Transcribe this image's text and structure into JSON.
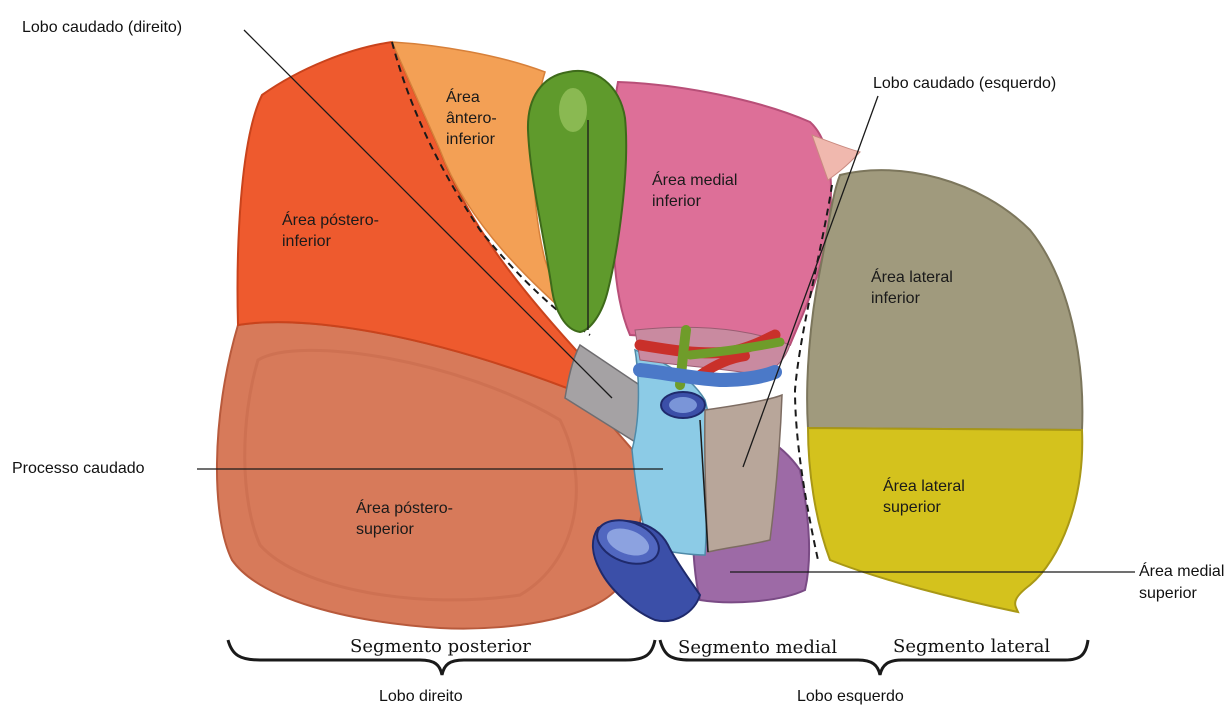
{
  "callouts": {
    "caudate_right": "Lobo caudado (direito)",
    "caudate_left": "Lobo caudado (esquerdo)",
    "caudate_process": "Processo caudado",
    "medial_superior_l1": "Área medial",
    "medial_superior_l2": "superior"
  },
  "areas": {
    "antero_inferior": [
      "Área",
      "ântero-",
      "inferior"
    ],
    "postero_inferior": [
      "Área póstero-",
      "inferior"
    ],
    "medial_inferior": [
      "Área medial",
      "inferior"
    ],
    "lateral_inferior": [
      "Área lateral",
      "inferior"
    ],
    "lateral_superior": [
      "Área lateral",
      "superior"
    ],
    "postero_superior": [
      "Área póstero-",
      "superior"
    ]
  },
  "segments": {
    "posterior": "Segmento posterior",
    "medial": "Segmento medial",
    "lateral": "Segmento lateral"
  },
  "lobes": {
    "right": "Lobo direito",
    "left": "Lobo esquerdo"
  },
  "colors": {
    "postero_inferior": "#ee5a2e",
    "antero_inferior": "#f3a055",
    "postero_superior": "#d77a5a",
    "medial_inferior": "#dd6f98",
    "medial_superior": "#9d6aa6",
    "lateral_inferior": "#a09a7d",
    "lateral_superior": "#d4c21d",
    "gallbladder": "#5f9a2c",
    "ivc": "#3b4fa8",
    "caudate_process": "#8ccbe6",
    "caudate_lobe": "#a5a2a4"
  }
}
